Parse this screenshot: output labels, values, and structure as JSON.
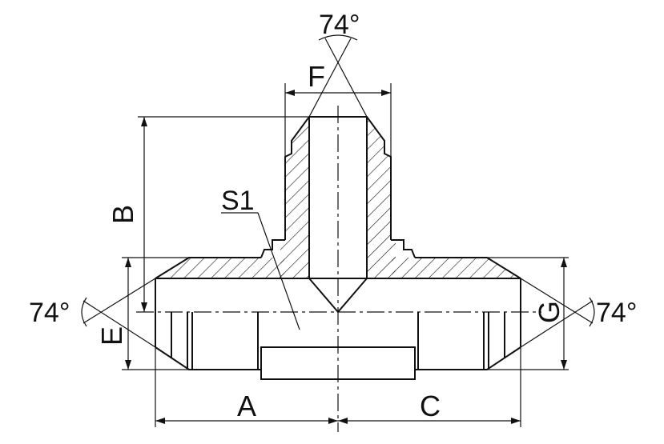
{
  "labels": {
    "angle_top": "74°",
    "angle_left": "74°",
    "angle_right": "74°",
    "F": "F",
    "B": "B",
    "S1": "S1",
    "E": "E",
    "G": "G",
    "A": "A",
    "C": "C"
  }
}
